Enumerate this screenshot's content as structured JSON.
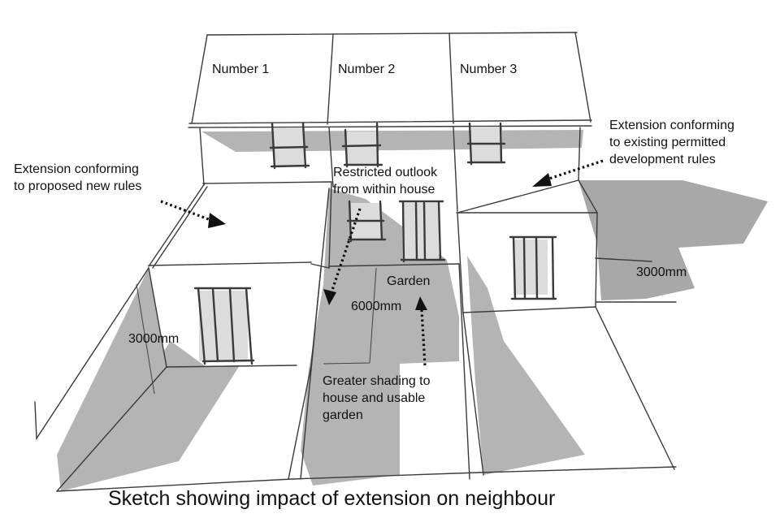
{
  "houses": [
    {
      "label": "Number 1"
    },
    {
      "label": "Number 2"
    },
    {
      "label": "Number 3"
    }
  ],
  "annotations": {
    "proposed_rules": "Extension conforming\nto proposed new rules",
    "existing_rules": "Extension conforming\nto existing permitted\ndevelopment rules",
    "restricted_outlook": "Restricted outlook\nfrom within house",
    "garden": "Garden",
    "greater_shading": "Greater shading to\nhouse and usable\ngarden"
  },
  "dimensions": {
    "left_extension_height": "3000mm",
    "garden_depth": "6000mm",
    "right_extension_depth": "3000mm"
  },
  "colors": {
    "shadow": "#b4b4b4",
    "line": "#3a3a3a",
    "glass": "#dcdcdc"
  },
  "caption": "Sketch showing impact of extension on neighbour"
}
